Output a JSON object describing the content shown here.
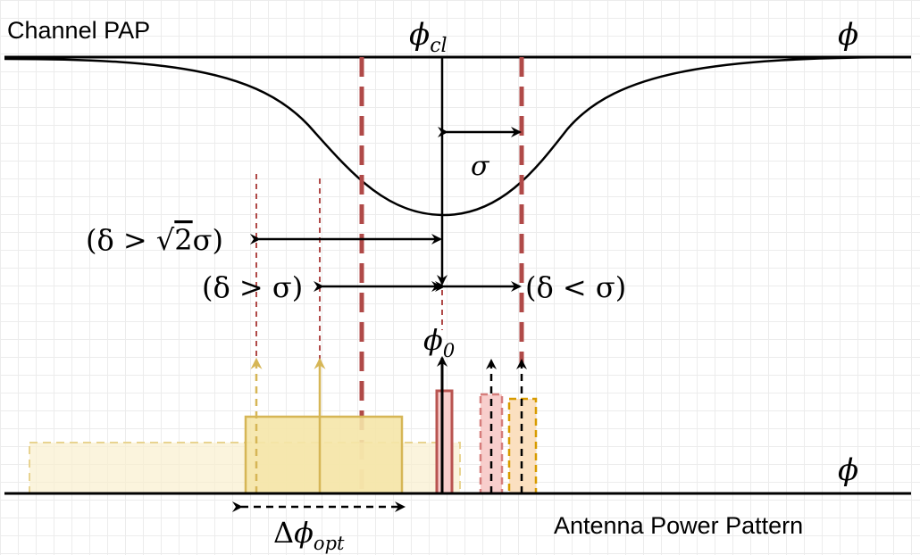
{
  "top_axis": {
    "title": "Channel PAP",
    "axis_symbol": "ϕ",
    "cluster_label": {
      "base": "ϕ",
      "sub": "cl"
    }
  },
  "bottom_axis": {
    "title": "Antenna Power Pattern",
    "axis_symbol": "ϕ"
  },
  "sigma_label": "σ",
  "pointing_label": {
    "base": "ϕ",
    "sub": "0"
  },
  "offsets": {
    "sqrt2": {
      "open": "(δ > ",
      "radical": "√",
      "two": "2",
      "close": "σ)"
    },
    "greater": "(δ > σ)",
    "less": "(δ < σ)"
  },
  "beamwidth_label": {
    "prefix": "Δ",
    "base": "ϕ",
    "sub": "opt"
  },
  "colors": {
    "axis": "#000000",
    "sigma_marker": "#b04a48",
    "gold": "#d6b656",
    "gold_fill": "#f5e6a8",
    "gold_fill_faded": "#faf0cf",
    "pointing_beam_fill": "#f8cecc",
    "pointing_beam_stroke": "#b85450",
    "pink_beam_fill": "#f8cecc",
    "pink_beam_stroke": "#d67d7b",
    "orange_beam_fill": "#fbe0c0",
    "orange_beam_stroke": "#d79b00",
    "grid": "#ececec"
  }
}
